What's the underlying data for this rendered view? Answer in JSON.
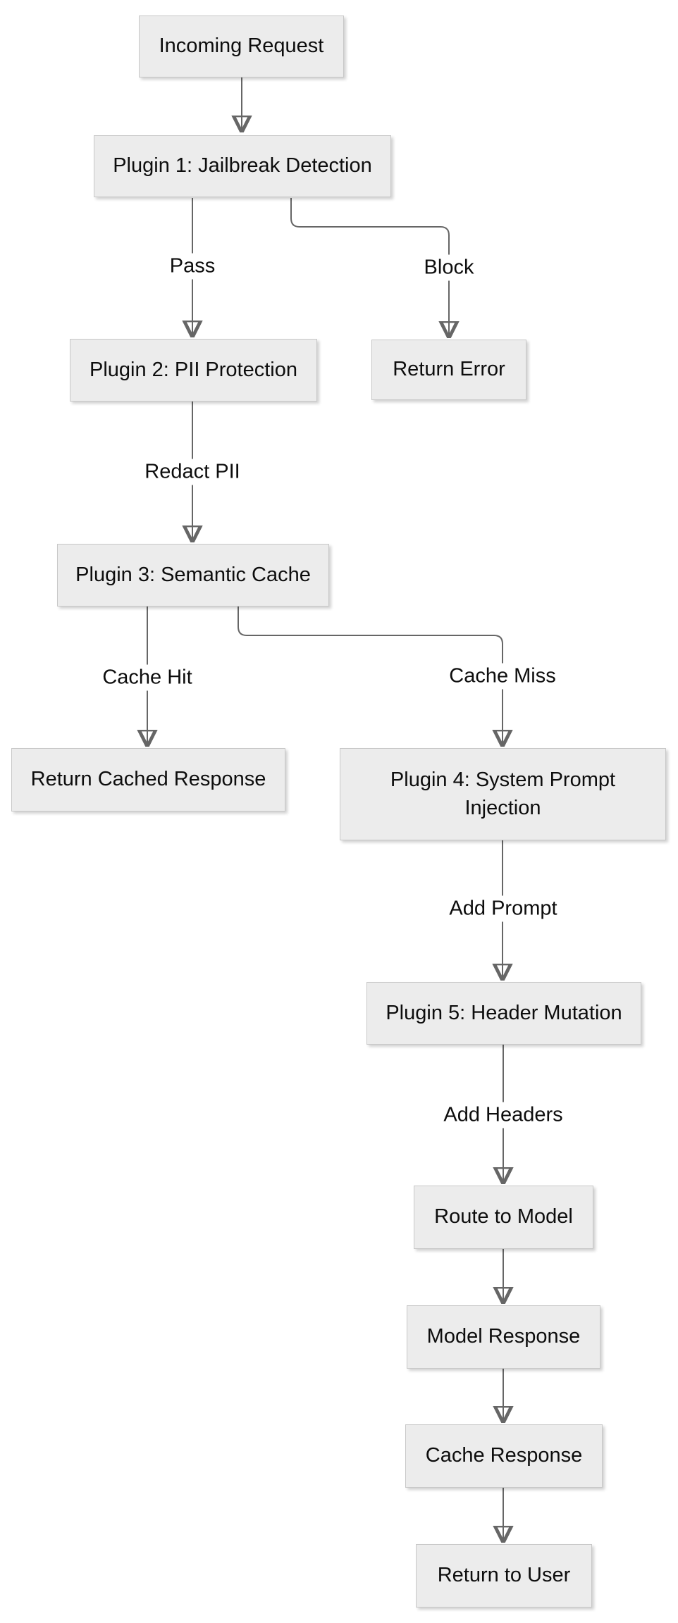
{
  "diagram": {
    "type": "flowchart",
    "direction": "top-down",
    "colors": {
      "node_fill": "#ececec",
      "node_border": "#c8c8c8",
      "edge_line": "#666666",
      "text": "#0d0d0d",
      "background": "#ffffff"
    }
  },
  "nodes": [
    {
      "id": "incoming-request",
      "label": "Incoming Request"
    },
    {
      "id": "plugin1",
      "label": "Plugin 1: Jailbreak Detection"
    },
    {
      "id": "plugin2",
      "label": "Plugin 2: PII Protection"
    },
    {
      "id": "return-error",
      "label": "Return Error"
    },
    {
      "id": "plugin3",
      "label": "Plugin 3: Semantic Cache"
    },
    {
      "id": "return-cached-response",
      "label": "Return Cached Response"
    },
    {
      "id": "plugin4",
      "label": "Plugin 4: System Prompt Injection"
    },
    {
      "id": "plugin5",
      "label": "Plugin 5: Header Mutation"
    },
    {
      "id": "route-to-model",
      "label": "Route to Model"
    },
    {
      "id": "model-response",
      "label": "Model Response"
    },
    {
      "id": "cache-response",
      "label": "Cache Response"
    },
    {
      "id": "return-to-user",
      "label": "Return to User"
    }
  ],
  "edges": [
    {
      "from": "incoming-request",
      "to": "plugin1",
      "label": ""
    },
    {
      "from": "plugin1",
      "to": "plugin2",
      "label": "Pass"
    },
    {
      "from": "plugin1",
      "to": "return-error",
      "label": "Block"
    },
    {
      "from": "plugin2",
      "to": "plugin3",
      "label": "Redact PII"
    },
    {
      "from": "plugin3",
      "to": "return-cached-response",
      "label": "Cache Hit"
    },
    {
      "from": "plugin3",
      "to": "plugin4",
      "label": "Cache Miss"
    },
    {
      "from": "plugin4",
      "to": "plugin5",
      "label": "Add Prompt"
    },
    {
      "from": "plugin5",
      "to": "route-to-model",
      "label": "Add Headers"
    },
    {
      "from": "route-to-model",
      "to": "model-response",
      "label": ""
    },
    {
      "from": "model-response",
      "to": "cache-response",
      "label": ""
    },
    {
      "from": "cache-response",
      "to": "return-to-user",
      "label": ""
    }
  ]
}
